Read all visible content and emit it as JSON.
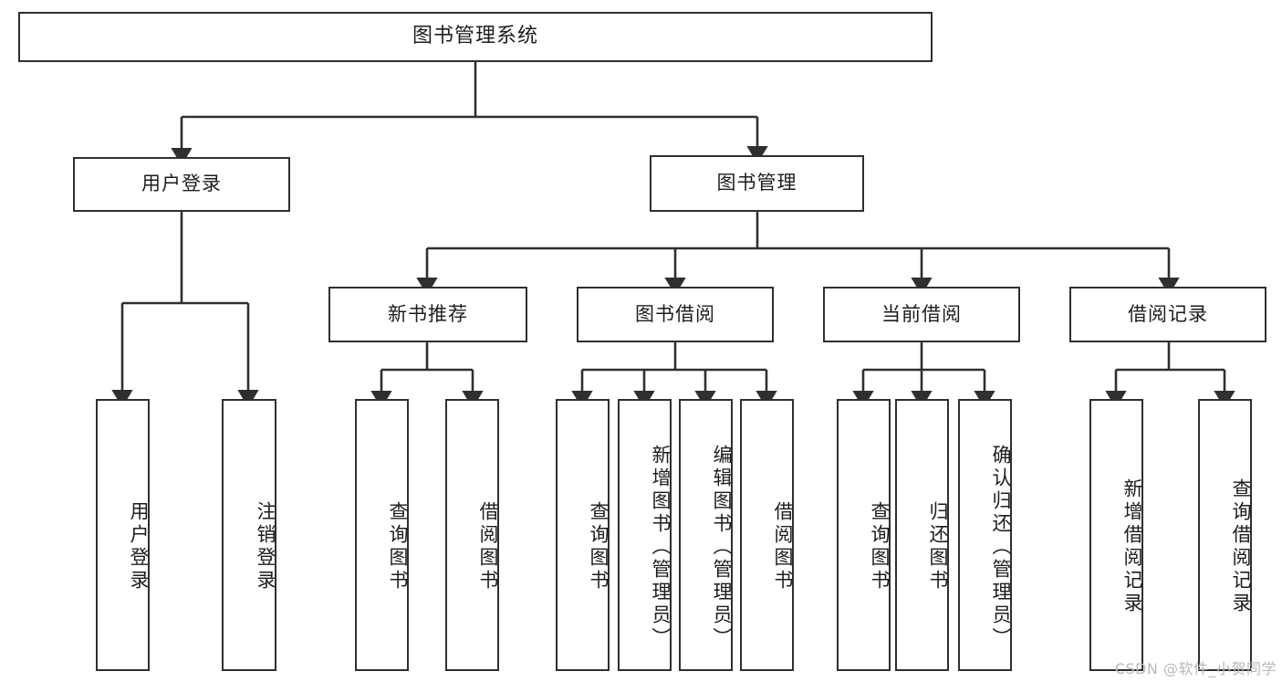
{
  "diagram": {
    "type": "tree-hierarchy-chart",
    "title_node": {
      "label": "图书管理系统"
    },
    "level2": [
      {
        "id": "user-login",
        "label": "用户登录"
      },
      {
        "id": "book-management",
        "label": "图书管理"
      }
    ],
    "level3": [
      {
        "id": "new-book-recommend",
        "label": "新书推荐",
        "parent": "book-management"
      },
      {
        "id": "book-borrow",
        "label": "图书借阅",
        "parent": "book-management"
      },
      {
        "id": "current-borrow",
        "label": "当前借阅",
        "parent": "book-management"
      },
      {
        "id": "borrow-record",
        "label": "借阅记录",
        "parent": "book-management"
      }
    ],
    "leaves": {
      "user_login": [
        {
          "id": "leaf-user-login",
          "label": "用户登录"
        },
        {
          "id": "leaf-logout",
          "label": "注销登录"
        }
      ],
      "new_book_recommend": [
        {
          "id": "leaf-query-book-1",
          "label": "查询图书"
        },
        {
          "id": "leaf-borrow-book-1",
          "label": "借阅图书"
        }
      ],
      "book_borrow": [
        {
          "id": "leaf-query-book-2",
          "label": "查询图书"
        },
        {
          "id": "leaf-add-book",
          "label": "新增图书（管理员）"
        },
        {
          "id": "leaf-edit-book",
          "label": "编辑图书（管理员）"
        },
        {
          "id": "leaf-borrow-book-2",
          "label": "借阅图书"
        }
      ],
      "current_borrow": [
        {
          "id": "leaf-query-book-3",
          "label": "查询图书"
        },
        {
          "id": "leaf-return-book",
          "label": "归还图书"
        },
        {
          "id": "leaf-confirm-return",
          "label": "确认归还（管理员）"
        }
      ],
      "borrow_record": [
        {
          "id": "leaf-add-record",
          "label": "新增借阅记录"
        },
        {
          "id": "leaf-query-record",
          "label": "查询借阅记录"
        }
      ]
    },
    "colors": {
      "stroke": "#2f2f2f",
      "background": "#ffffff",
      "text": "#1d1d1d",
      "watermark": "#b9b9b9"
    }
  },
  "watermark": {
    "text": "CSDN @软件_小贺同学"
  }
}
